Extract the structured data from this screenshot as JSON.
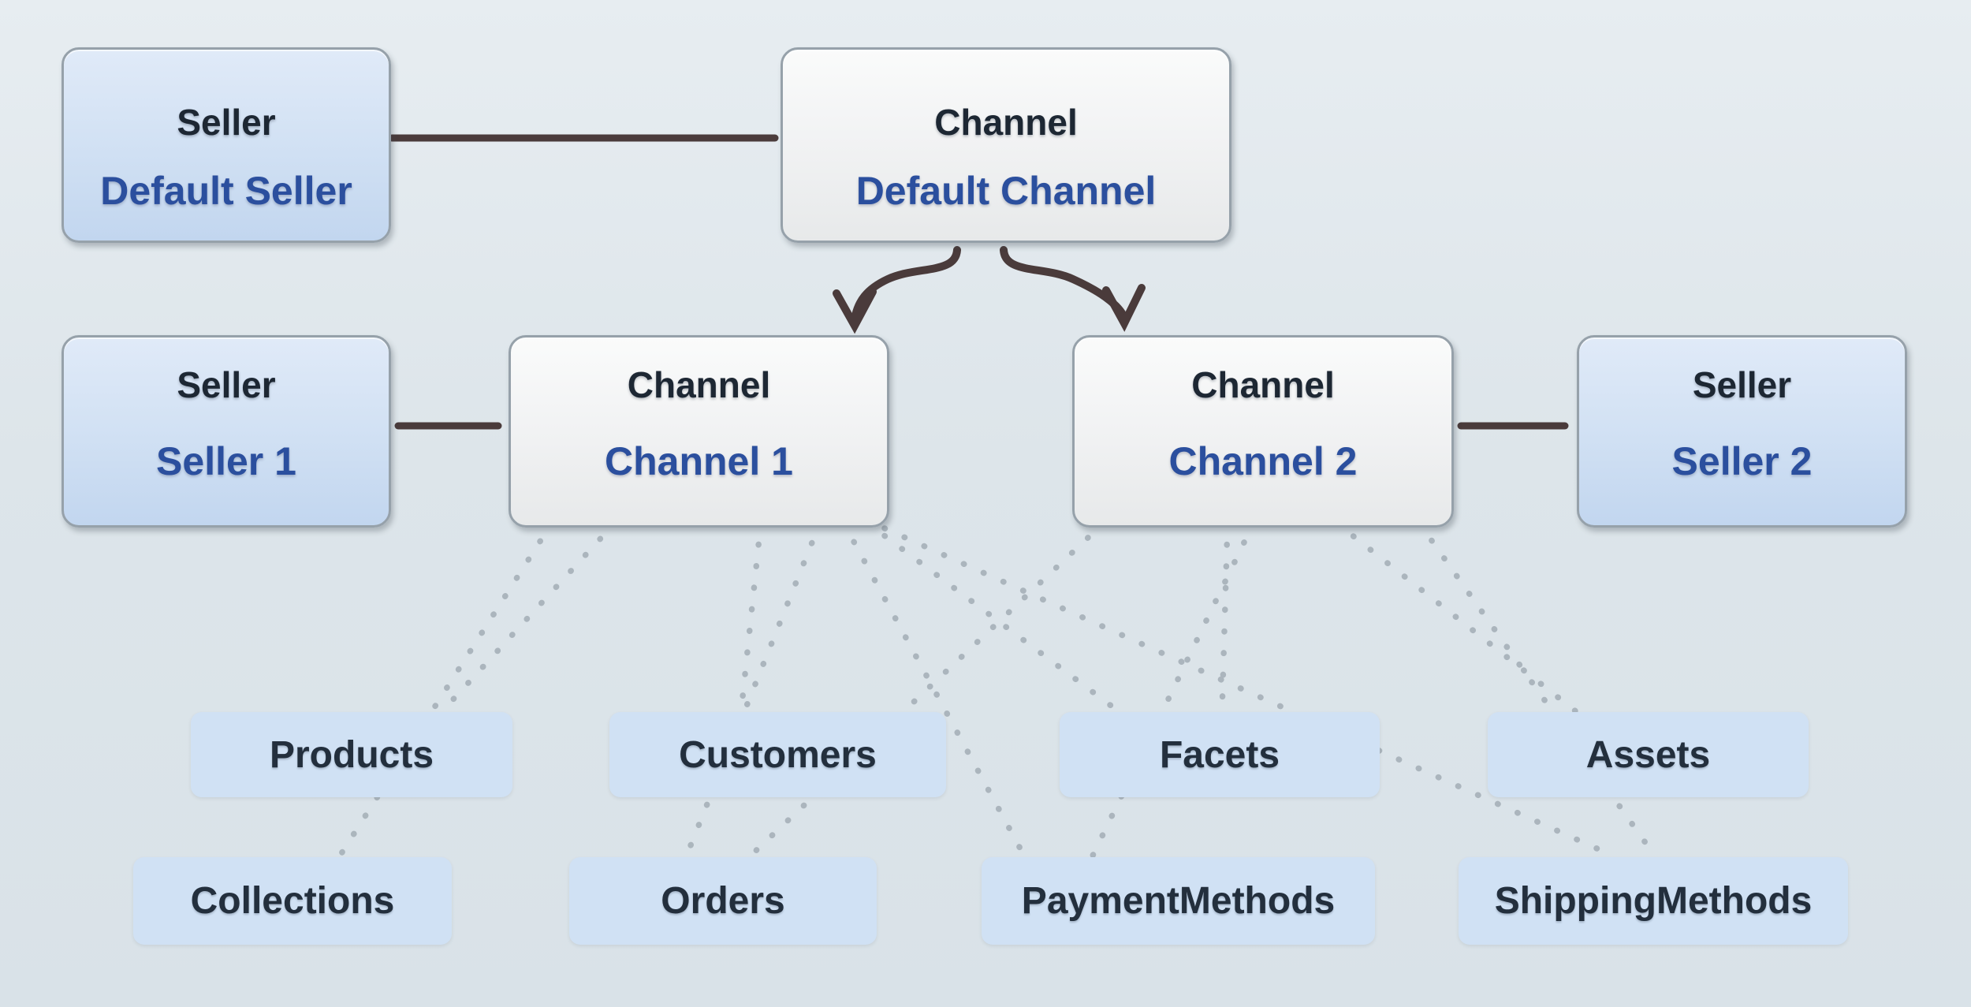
{
  "nodes": {
    "default_seller": {
      "type_label": "Seller",
      "name": "Default Seller"
    },
    "default_channel": {
      "type_label": "Channel",
      "name": "Default Channel"
    },
    "seller1": {
      "type_label": "Seller",
      "name": "Seller 1"
    },
    "channel1": {
      "type_label": "Channel",
      "name": "Channel 1"
    },
    "channel2": {
      "type_label": "Channel",
      "name": "Channel 2"
    },
    "seller2": {
      "type_label": "Seller",
      "name": "Seller 2"
    }
  },
  "entities": {
    "products": "Products",
    "customers": "Customers",
    "facets": "Facets",
    "assets": "Assets",
    "collections": "Collections",
    "orders": "Orders",
    "payment_methods": "PaymentMethods",
    "shipping_methods": "ShippingMethods"
  },
  "connections": {
    "solid": [
      {
        "from": "default_seller",
        "to": "default_channel"
      },
      {
        "from": "seller1",
        "to": "channel1"
      },
      {
        "from": "channel2",
        "to": "seller2"
      }
    ],
    "arrows": [
      {
        "from": "default_channel",
        "to": "channel1"
      },
      {
        "from": "default_channel",
        "to": "channel2"
      }
    ],
    "dashed": [
      {
        "from": "channel1",
        "to": "products"
      },
      {
        "from": "channel1",
        "to": "collections"
      },
      {
        "from": "channel1",
        "to": "customers"
      },
      {
        "from": "channel1",
        "to": "orders"
      },
      {
        "from": "channel1",
        "to": "facets"
      },
      {
        "from": "channel1",
        "to": "payment_methods"
      },
      {
        "from": "channel1",
        "to": "shipping_methods"
      },
      {
        "from": "channel2",
        "to": "orders"
      },
      {
        "from": "channel2",
        "to": "facets"
      },
      {
        "from": "channel2",
        "to": "payment_methods"
      },
      {
        "from": "channel2",
        "to": "assets"
      },
      {
        "from": "channel2",
        "to": "shipping_methods"
      }
    ]
  },
  "colors": {
    "background": "#dde5ea",
    "seller_box_fill_top": "#e0eaf8",
    "seller_box_fill_bottom": "#c2d6ef",
    "channel_box_fill_top": "#fafbfb",
    "channel_box_fill_bottom": "#e7e9ea",
    "box_border": "#96a1aa",
    "entity_fill": "#d0e1f4",
    "type_label_text": "#1d2733",
    "name_text": "#2b4f9e",
    "entity_text": "#232f3d",
    "solid_line": "#4a3b3b",
    "dotted_line": "#a9b3bb"
  }
}
